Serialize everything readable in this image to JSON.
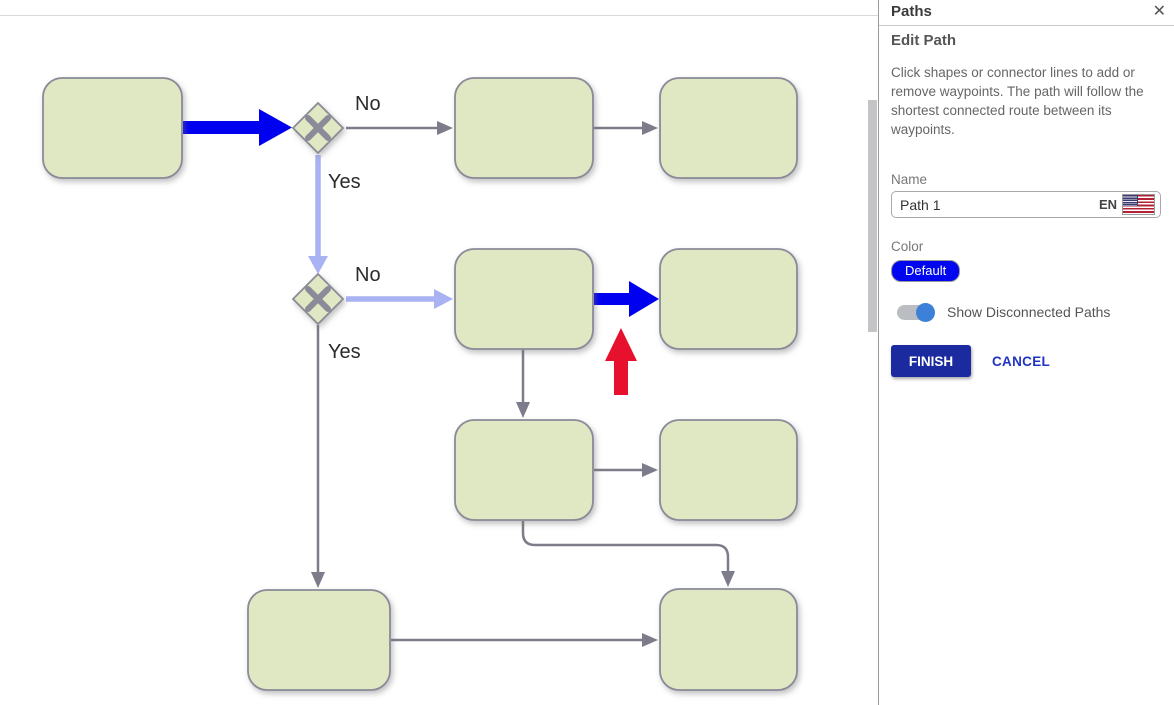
{
  "panel": {
    "title": "Paths",
    "close_icon": "✕",
    "section_title": "Edit Path",
    "description": "Click shapes or connector lines to add or remove waypoints. The path will follow the shortest connected route between its waypoints.",
    "name_label": "Name",
    "name_value": "Path 1",
    "language_code": "EN",
    "language_flag": "us-flag",
    "color_label": "Color",
    "color_value": "Default",
    "toggle_label": "Show Disconnected Paths",
    "toggle_state": "on",
    "finish_label": "FINISH",
    "cancel_label": "CANCEL"
  },
  "diagram": {
    "no_label_1": "No",
    "yes_label_1": "Yes",
    "no_label_2": "No",
    "yes_label_2": "Yes",
    "node_count": 9,
    "decision_count": 2,
    "colors": {
      "node_fill": "#dfe8c2",
      "node_border": "#8a8a99",
      "connector_gray": "#7c7c8a",
      "path_highlight_strong": "#0000f0",
      "path_highlight_light": "#a9b2f2",
      "pointer_arrow_red": "#e8112d",
      "badge_blue": "#0007f0",
      "finish_button_blue": "#1b2a9e",
      "toggle_knob_blue": "#3c80d8"
    }
  }
}
